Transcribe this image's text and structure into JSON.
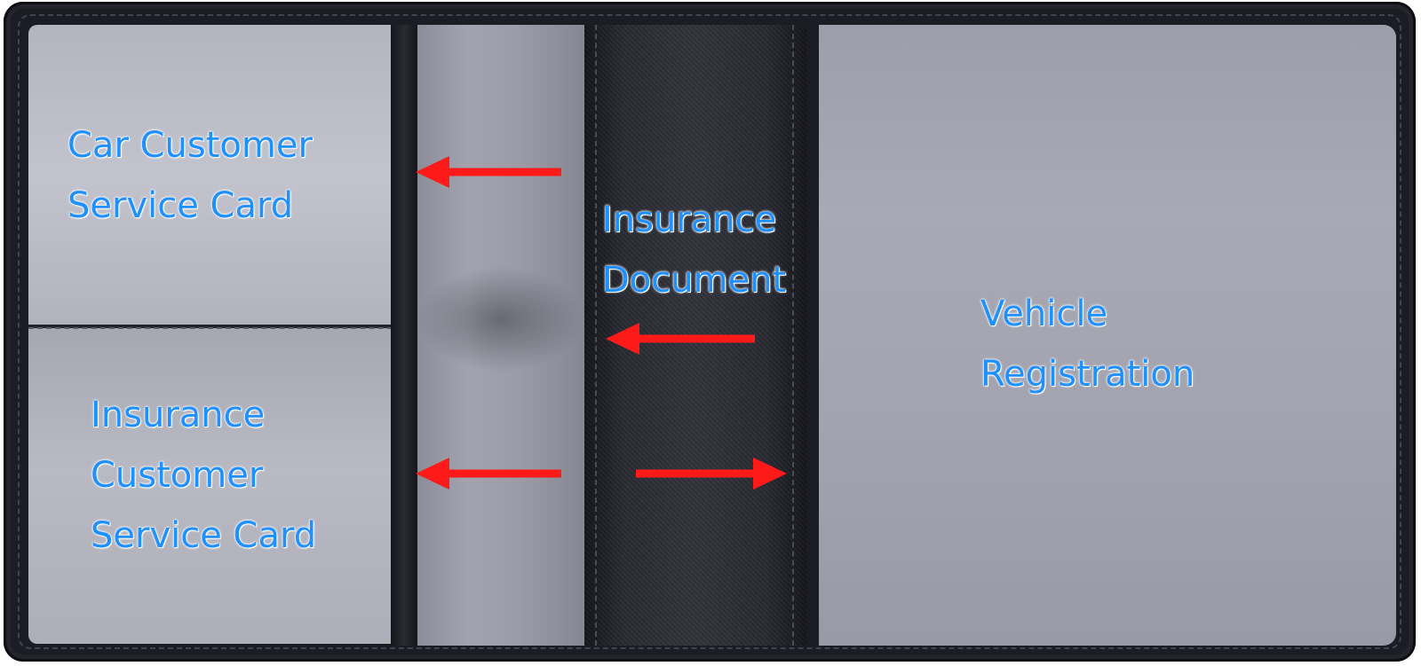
{
  "labels": {
    "car_customer_service_card": [
      "Car Customer",
      "Service Card"
    ],
    "insurance_customer_service_card": [
      "Insurance",
      "Customer",
      "Service Card"
    ],
    "insurance_document": [
      "Insurance",
      "Document"
    ],
    "vehicle_registration": [
      "Vehicle",
      "Registration"
    ]
  },
  "colors": {
    "label_text": "#1e90ff",
    "arrow": "#ff1a1a",
    "leather": "#1c1d24",
    "pocket": "#b4b4bf"
  },
  "arrows": [
    {
      "name": "arrow-car-card",
      "direction": "left"
    },
    {
      "name": "arrow-insurance-card",
      "direction": "left"
    },
    {
      "name": "arrow-insurance-document",
      "direction": "left"
    },
    {
      "name": "arrow-vehicle-registration",
      "direction": "right"
    }
  ]
}
